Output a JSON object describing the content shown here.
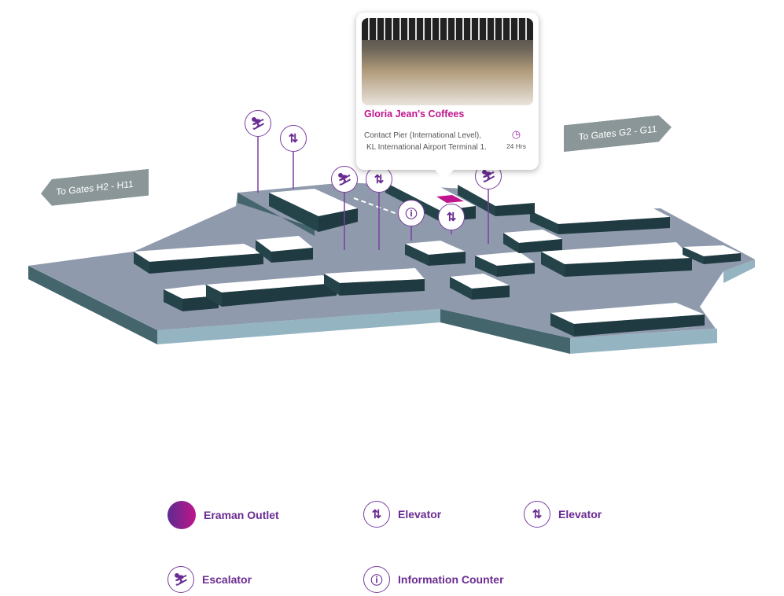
{
  "signs": {
    "left": "To Gates H2 - H11",
    "right": "To Gates G2 - G11"
  },
  "popup": {
    "title": "Gloria Jean's Coffees",
    "address_line1": "Contact Pier (International Level),",
    "address_line2": "KL International Airport Terminal 1.",
    "hours": "24 Hrs",
    "icon": "clock-icon"
  },
  "colors": {
    "accent": "#6a2c91",
    "highlight": "#c0158c",
    "floor": "#8f9aad",
    "block_side": "#25444a"
  },
  "legend": [
    {
      "label": "Eraman Outlet",
      "icon": "outlet-dot"
    },
    {
      "label": "Elevator",
      "icon": "elevator-icon"
    },
    {
      "label": "Elevator",
      "icon": "elevator-icon"
    },
    {
      "label": "Escalator",
      "icon": "escalator-icon"
    },
    {
      "label": "Information Counter",
      "icon": "info-icon"
    }
  ]
}
